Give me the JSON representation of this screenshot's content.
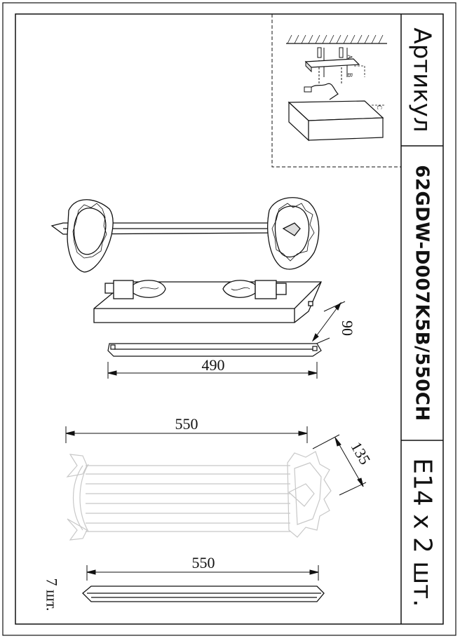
{
  "title": "Артикул",
  "article": "62GDW-D007K5B/550CH",
  "lamp": "E14 x 2 шт.",
  "glass_qty": "7 шт.",
  "dimensions": {
    "base_length": "490",
    "base_depth": "90",
    "glass_length": "550",
    "glass_depth": "135",
    "rod_length": "550"
  },
  "mount_labels": {
    "a": "A",
    "b": "B",
    "c": "C"
  },
  "colors": {
    "line": "#111111",
    "faint": "#c8c8c8"
  }
}
